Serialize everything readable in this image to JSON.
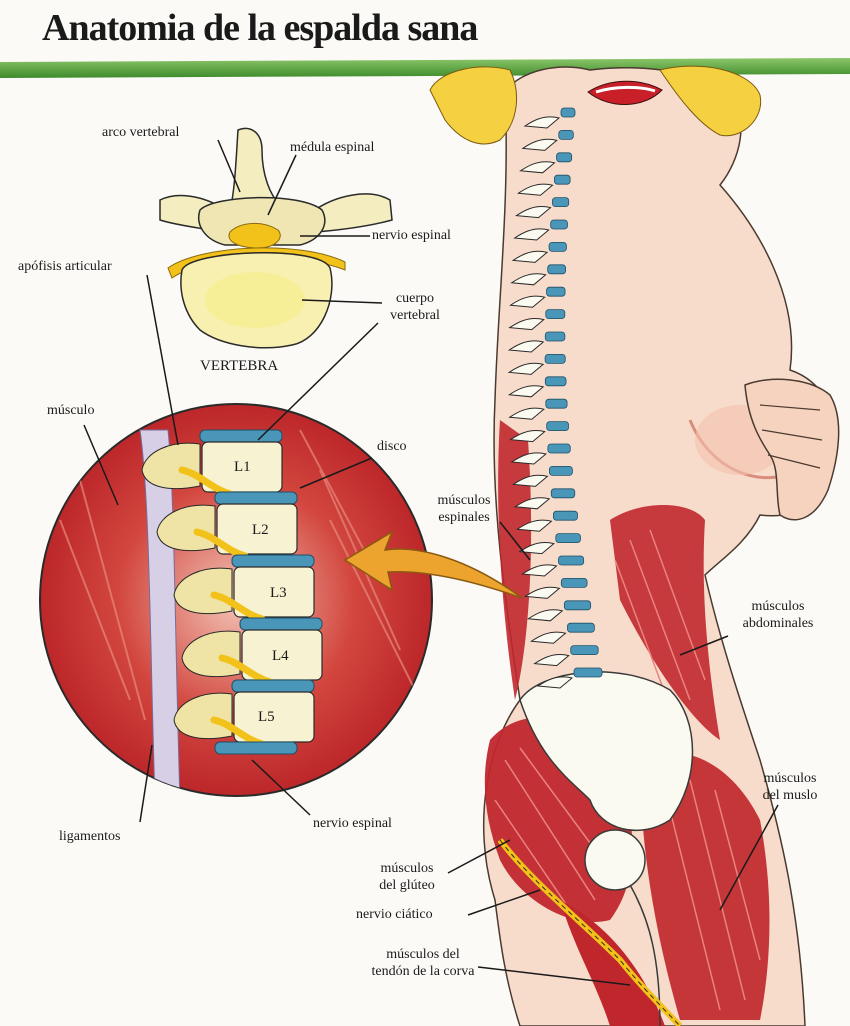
{
  "title": "Anatomia de la espalda sana",
  "labels": {
    "arco_vertebral": "arco vertebral",
    "medula_espinal": "médula espinal",
    "nervio_espinal_top": "nervio espinal",
    "apofisis_articular": "apófisis articular",
    "cuerpo_vertebral_1": "cuerpo",
    "cuerpo_vertebral_2": "vertebral",
    "vertebra": "VERTEBRA",
    "musculo": "músculo",
    "disco": "disco",
    "musculos_espinales_1": "músculos",
    "musculos_espinales_2": "espinales",
    "musculos_abdominales_1": "músculos",
    "musculos_abdominales_2": "abdominales",
    "musculos_muslo_1": "músculos",
    "musculos_muslo_2": "del muslo",
    "ligamentos": "ligamentos",
    "nervio_espinal_bottom": "nervio espinal",
    "musculos_gluteo_1": "músculos",
    "musculos_gluteo_2": "del glúteo",
    "nervio_ciatico": "nervio ciático",
    "musculos_tendon_1": "músculos del",
    "musculos_tendon_2": "tendón de la corva"
  },
  "vertebrae": [
    "L1",
    "L2",
    "L3",
    "L4",
    "L5"
  ],
  "colors": {
    "title_bar": "#6aa84f",
    "muscle": "#c0272d",
    "bone": "#f3edc0",
    "disc": "#4a96b8",
    "nerve": "#f2c21b",
    "arrow": "#eda42f",
    "skin": "#f6d3be",
    "hair": "#f5d040"
  }
}
